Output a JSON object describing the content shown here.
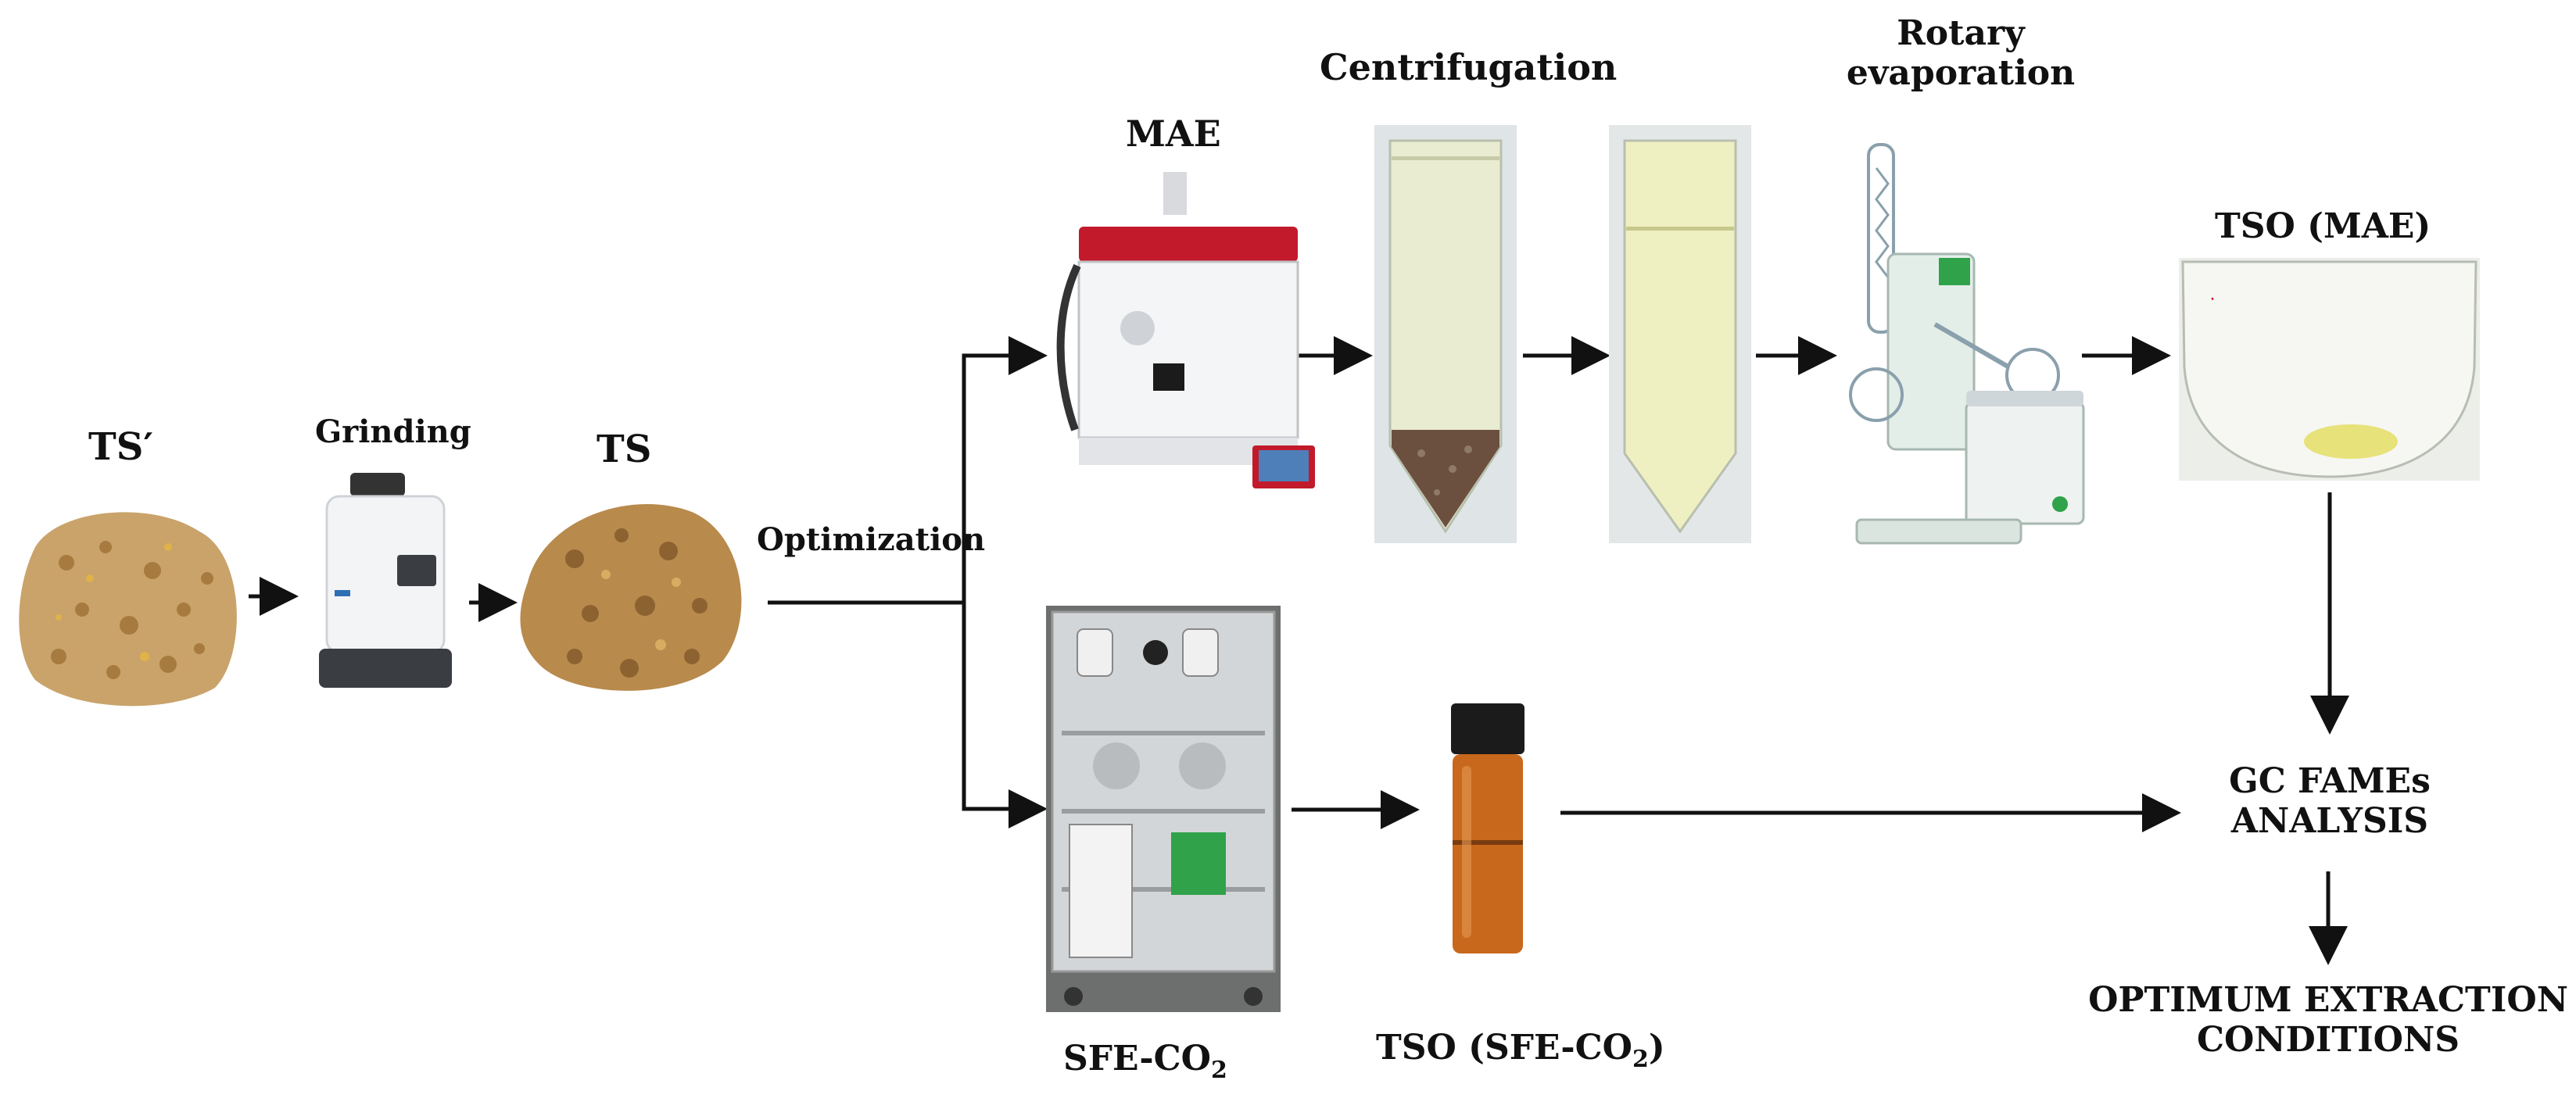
{
  "labels": {
    "ts_prime": "TS′",
    "grinding": "Grinding",
    "ts": "TS",
    "optimization": "Optimization",
    "mae": "MAE",
    "centrifugation": "Centrifugation",
    "rotary_line1": "Rotary",
    "rotary_line2": "evaporation",
    "tso_mae": "TSO (MAE)",
    "sfe_main": "SFE-CO",
    "sfe_sub": "2",
    "tso_sfe_main": "TSO (SFE-CO",
    "tso_sfe_sub": "2",
    "tso_sfe_close": ")",
    "gc_line1": "GC FAMEs",
    "gc_line2": "ANALYSIS",
    "opt_line1": "OPTIMUM EXTRACTION",
    "opt_line2": "CONDITIONS"
  },
  "icons": {
    "ts_prime_pile": "seed-pile-icon",
    "grinder": "grinder-icon",
    "ts_pile": "ground-seed-pile-icon",
    "microwave": "microwave-extractor-icon",
    "tube_with_pellet": "centrifuge-tube-pellet-icon",
    "tube_clear": "centrifuge-tube-clear-icon",
    "rotavap": "rotary-evaporator-icon",
    "flask": "round-flask-oil-icon",
    "sfe_unit": "sfe-co2-unit-icon",
    "vial": "amber-vial-icon"
  },
  "colors": {
    "arrow": "#111111",
    "seed": "#b88a4c",
    "oil": "#e7e27a",
    "amber": "#c8681c",
    "red_accent": "#c21a2b"
  }
}
